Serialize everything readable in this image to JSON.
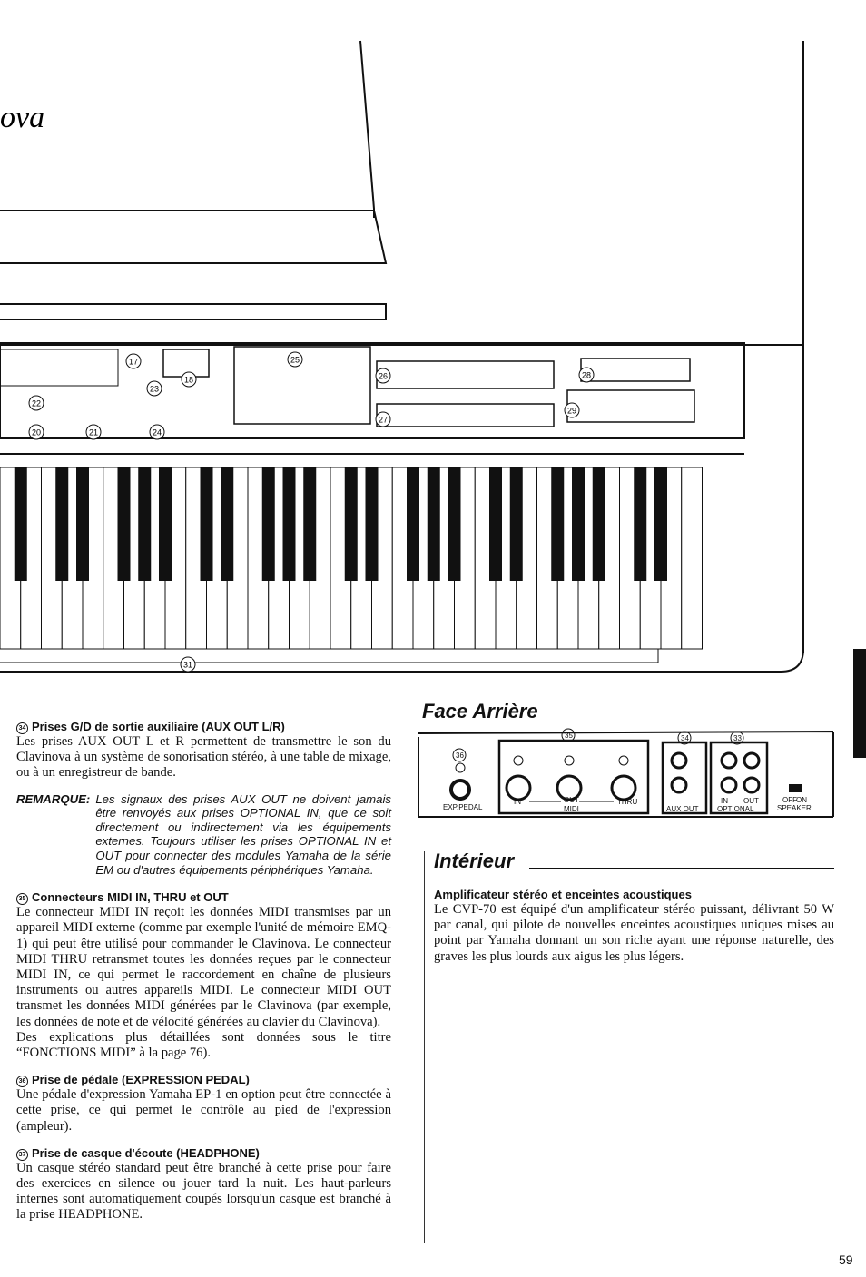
{
  "illustration": {
    "callouts": [
      "17",
      "18",
      "20",
      "21",
      "22",
      "23",
      "24",
      "25",
      "26",
      "27",
      "28",
      "29",
      "31"
    ],
    "logo_fragment": "ova"
  },
  "left": {
    "s34": {
      "num": "34",
      "title": "Prises G/D de sortie auxiliaire (AUX OUT L/R)",
      "text": "Les prises AUX OUT L et R permettent de transmettre le son du Clavinova à un système de sonorisation stéréo, à une table de mixage, ou à un enregistreur de bande.",
      "note_label": "REMARQUE:",
      "note": "Les signaux des prises AUX OUT ne doivent jamais être renvoyés aux prises OPTIONAL IN, que ce soit directement ou indirectement via les équipements externes. Toujours utiliser les prises OPTIONAL IN et OUT pour connecter des modules Yamaha de la série EM ou d'autres équipements périphériques Yamaha."
    },
    "s35": {
      "num": "35",
      "title": "Connecteurs MIDI IN, THRU et OUT",
      "text": "Le connecteur MIDI IN reçoit les données MIDI transmises par un appareil MIDI externe (comme par exemple l'unité de mémoire EMQ-1) qui peut être utilisé pour commander le Clavinova. Le connecteur MIDI THRU retransmet toutes les données reçues par le connecteur MIDI IN, ce qui permet le raccordement en chaîne de plusieurs instruments ou autres appareils MIDI. Le connecteur MIDI OUT transmet les données MIDI générées par le Clavinova (par exemple, les données de note et de vélocité générées au clavier du Clavinova).",
      "text2": "Des explications plus détaillées sont données sous le titre “FONCTIONS MIDI” à la page 76)."
    },
    "s36": {
      "num": "36",
      "title": "Prise de pédale (EXPRESSION PEDAL)",
      "text": "Une pédale d'expression Yamaha EP-1 en option peut être connectée à cette prise, ce qui permet le contrôle au pied de l'expression (ampleur)."
    },
    "s37": {
      "num": "37",
      "title": "Prise de casque d'écoute (HEADPHONE)",
      "text": "Un casque stéréo standard peut être branché à cette prise pour faire des exercices en silence ou jouer tard la nuit. Les haut-parleurs internes sont automatiquement coupés lorsqu'un casque est branché à la prise HEADPHONE."
    }
  },
  "right": {
    "rear_title": "Face Arrière",
    "rear_panel": {
      "n36": "36",
      "n35": "35",
      "n34": "34",
      "n33": "33",
      "exp": "EXP.PEDAL",
      "in": "IN",
      "out": "OUT",
      "thru": "THRU",
      "midi": "MIDI",
      "aux": "AUX OUT",
      "opt_in": "IN",
      "opt_out": "OUT",
      "optional": "OPTIONAL",
      "off": "OFF",
      "on": "ON",
      "speaker": "SPEAKER"
    },
    "interior_title": "Intérieur",
    "amp_title": "Amplificateur stéréo et enceintes acoustiques",
    "amp_text": "Le CVP-70 est équipé d'un amplificateur stéréo puissant, délivrant 50 W par canal, qui pilote de nouvelles enceintes acoustiques uniques mises au point par Yamaha donnant un son riche ayant une réponse naturelle, des graves les plus lourds aux aigus les plus légers."
  },
  "page_number": "59"
}
